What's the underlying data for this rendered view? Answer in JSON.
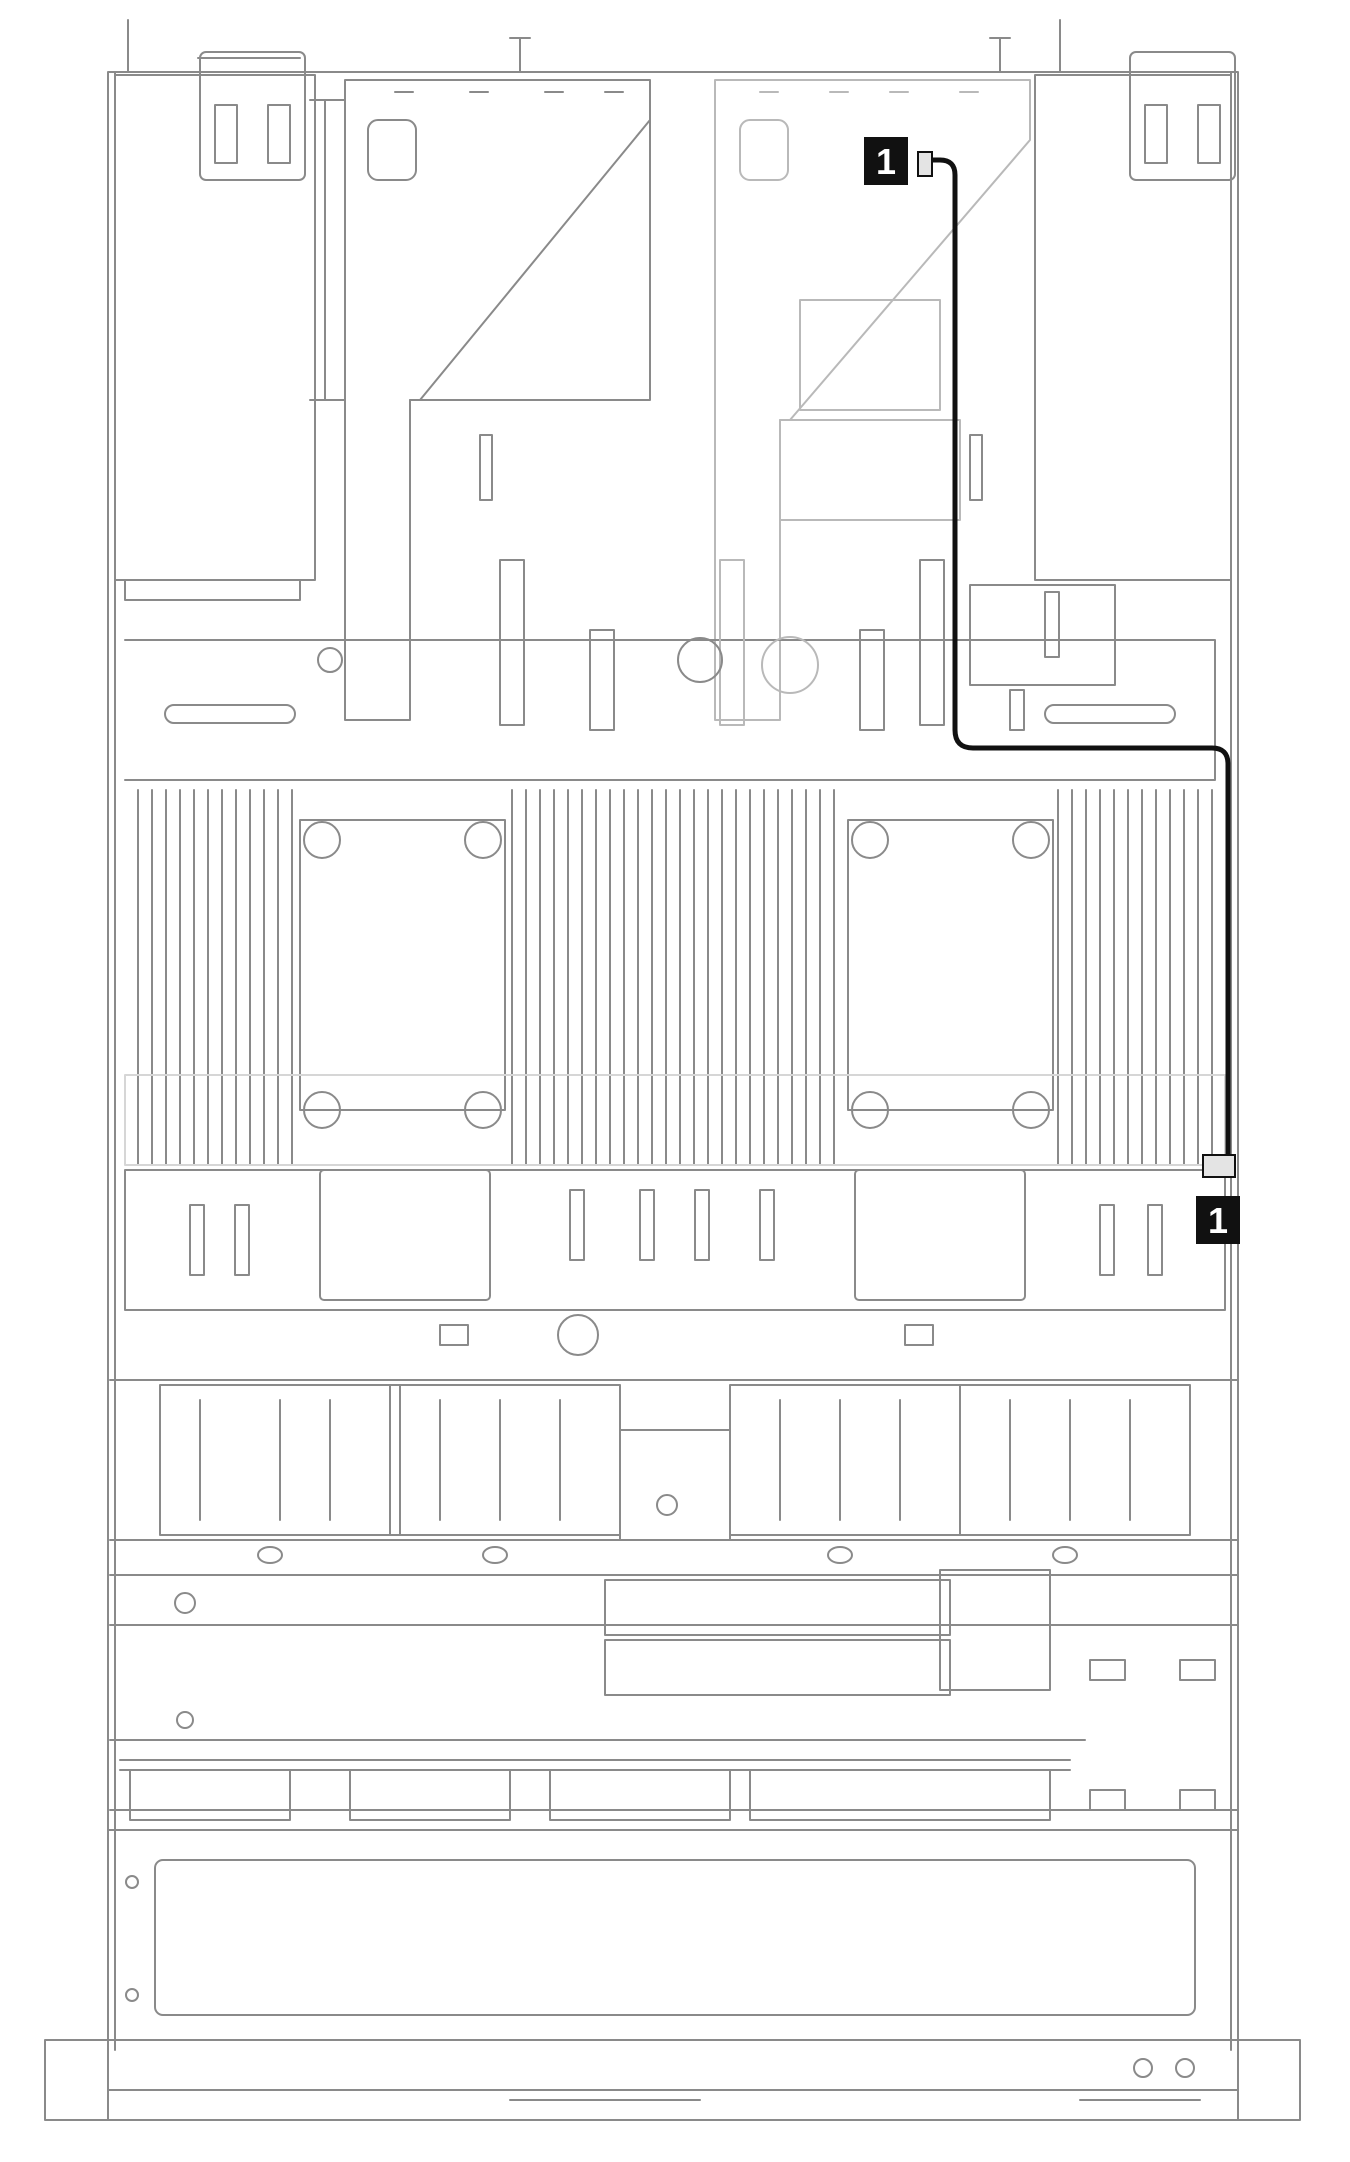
{
  "callouts": [
    {
      "id": "top",
      "label": "1"
    },
    {
      "id": "bottom",
      "label": "1"
    }
  ],
  "colors": {
    "background": "#ffffff",
    "line": "#8a8a8a",
    "light_line": "#b9b9b9",
    "faint_line": "#d6d6d6",
    "cable": "#111111",
    "callout_fill": "#111111",
    "callout_text": "#ffffff"
  }
}
